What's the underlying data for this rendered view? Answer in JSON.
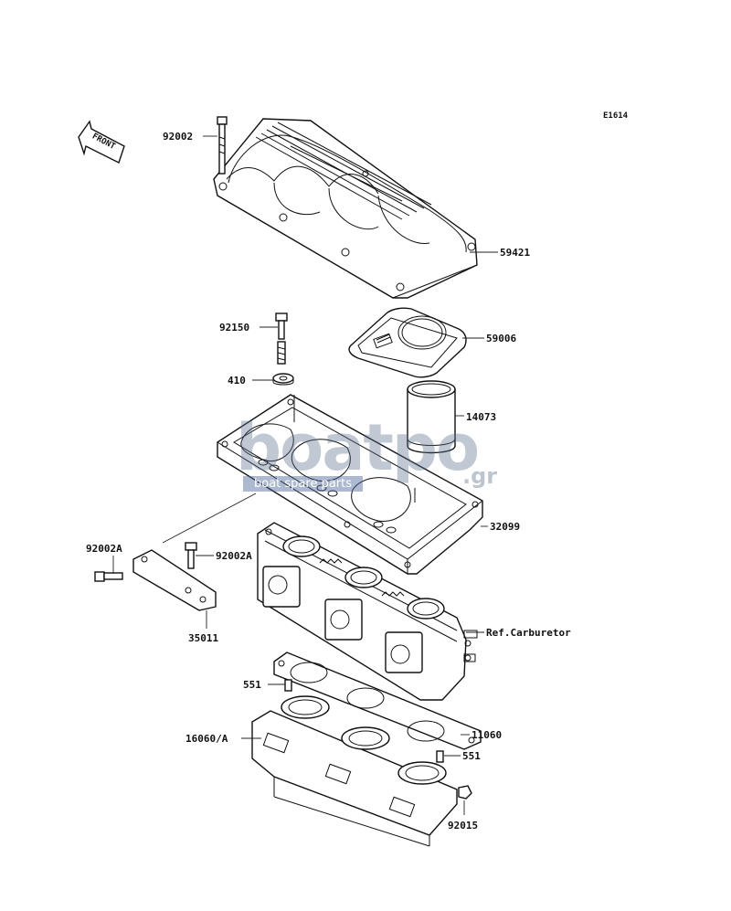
{
  "diagram": {
    "code": "E1614",
    "front_label": "FRONT",
    "watermark": {
      "main": "boatpo",
      "suffix": ".gr",
      "subtitle": "boat spare parts"
    },
    "parts": [
      {
        "id": "p92002",
        "label": "92002"
      },
      {
        "id": "p59421",
        "label": "59421"
      },
      {
        "id": "p92150",
        "label": "92150"
      },
      {
        "id": "p59006",
        "label": "59006"
      },
      {
        "id": "p410",
        "label": "410"
      },
      {
        "id": "p14073",
        "label": "14073"
      },
      {
        "id": "p32099",
        "label": "32099"
      },
      {
        "id": "p92002A_left",
        "label": "92002A"
      },
      {
        "id": "p92002A_right",
        "label": "92002A"
      },
      {
        "id": "p35011",
        "label": "35011"
      },
      {
        "id": "pcarb",
        "label": "Ref.Carburetor"
      },
      {
        "id": "p551_left",
        "label": "551"
      },
      {
        "id": "p11060",
        "label": "11060"
      },
      {
        "id": "p16060",
        "label": "16060/A"
      },
      {
        "id": "p551_right",
        "label": "551"
      },
      {
        "id": "p92015",
        "label": "92015"
      }
    ]
  }
}
